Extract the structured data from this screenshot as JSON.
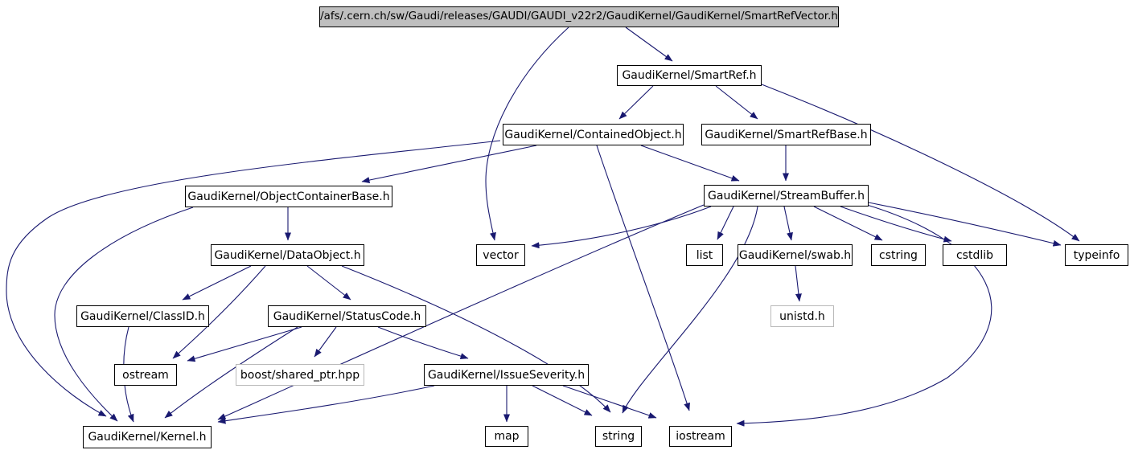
{
  "graph": {
    "kind": "doxygen-include-dependency-graph",
    "root_label": "/afs/.cern.ch/sw/Gaudi/releases/GAUDI/GAUDI_v22r2/GaudiKernel/GaudiKernel/SmartRefVector.h"
  },
  "colors": {
    "edge": "#191970",
    "node_border": "#000000",
    "external_node_border": "#b9b9b9",
    "root_fill": "#bfbfbf",
    "node_fill": "#ffffff",
    "text": "#000000"
  },
  "nodes": [
    {
      "id": "title",
      "label": "/afs/.cern.ch/sw/Gaudi/releases/GAUDI/GAUDI_v22r2/GaudiKernel/GaudiKernel/SmartRefVector.h",
      "type": "main"
    },
    {
      "id": "smartref",
      "label": "GaudiKernel/SmartRef.h",
      "type": "link"
    },
    {
      "id": "containedobject",
      "label": "GaudiKernel/ContainedObject.h",
      "type": "link"
    },
    {
      "id": "smartrefbase",
      "label": "GaudiKernel/SmartRefBase.h",
      "type": "link"
    },
    {
      "id": "objectcontainerbase",
      "label": "GaudiKernel/ObjectContainerBase.h",
      "type": "link"
    },
    {
      "id": "streambuffer",
      "label": "GaudiKernel/StreamBuffer.h",
      "type": "link"
    },
    {
      "id": "dataobject",
      "label": "GaudiKernel/DataObject.h",
      "type": "link"
    },
    {
      "id": "vector",
      "label": "vector",
      "type": "leaf"
    },
    {
      "id": "list",
      "label": "list",
      "type": "leaf"
    },
    {
      "id": "swab",
      "label": "GaudiKernel/swab.h",
      "type": "link"
    },
    {
      "id": "cstring",
      "label": "cstring",
      "type": "leaf"
    },
    {
      "id": "cstdlib",
      "label": "cstdlib",
      "type": "leaf"
    },
    {
      "id": "typeinfo",
      "label": "typeinfo",
      "type": "leaf"
    },
    {
      "id": "classid",
      "label": "GaudiKernel/ClassID.h",
      "type": "link"
    },
    {
      "id": "statuscode",
      "label": "GaudiKernel/StatusCode.h",
      "type": "link"
    },
    {
      "id": "unistd",
      "label": "unistd.h",
      "type": "external"
    },
    {
      "id": "ostream",
      "label": "ostream",
      "type": "leaf"
    },
    {
      "id": "boost",
      "label": "boost/shared_ptr.hpp",
      "type": "external"
    },
    {
      "id": "issueseverity",
      "label": "GaudiKernel/IssueSeverity.h",
      "type": "link"
    },
    {
      "id": "kernel",
      "label": "GaudiKernel/Kernel.h",
      "type": "link"
    },
    {
      "id": "map",
      "label": "map",
      "type": "leaf"
    },
    {
      "id": "string",
      "label": "string",
      "type": "leaf"
    },
    {
      "id": "iostream",
      "label": "iostream",
      "type": "leaf"
    }
  ],
  "edges": [
    {
      "from": "title",
      "to": "smartref"
    },
    {
      "from": "title",
      "to": "vector"
    },
    {
      "from": "smartref",
      "to": "containedobject"
    },
    {
      "from": "smartref",
      "to": "smartrefbase"
    },
    {
      "from": "smartref",
      "to": "typeinfo"
    },
    {
      "from": "containedobject",
      "to": "objectcontainerbase"
    },
    {
      "from": "containedobject",
      "to": "streambuffer"
    },
    {
      "from": "containedobject",
      "to": "kernel"
    },
    {
      "from": "containedobject",
      "to": "iostream"
    },
    {
      "from": "smartrefbase",
      "to": "streambuffer"
    },
    {
      "from": "objectcontainerbase",
      "to": "dataobject"
    },
    {
      "from": "objectcontainerbase",
      "to": "kernel"
    },
    {
      "from": "streambuffer",
      "to": "kernel"
    },
    {
      "from": "streambuffer",
      "to": "vector"
    },
    {
      "from": "streambuffer",
      "to": "list"
    },
    {
      "from": "streambuffer",
      "to": "swab"
    },
    {
      "from": "streambuffer",
      "to": "cstring"
    },
    {
      "from": "streambuffer",
      "to": "cstdlib"
    },
    {
      "from": "streambuffer",
      "to": "typeinfo"
    },
    {
      "from": "streambuffer",
      "to": "string"
    },
    {
      "from": "streambuffer",
      "to": "iostream"
    },
    {
      "from": "swab",
      "to": "unistd"
    },
    {
      "from": "dataobject",
      "to": "classid"
    },
    {
      "from": "dataobject",
      "to": "statuscode"
    },
    {
      "from": "dataobject",
      "to": "ostream"
    },
    {
      "from": "dataobject",
      "to": "string"
    },
    {
      "from": "classid",
      "to": "kernel"
    },
    {
      "from": "statuscode",
      "to": "kernel"
    },
    {
      "from": "statuscode",
      "to": "ostream"
    },
    {
      "from": "statuscode",
      "to": "boost"
    },
    {
      "from": "statuscode",
      "to": "issueseverity"
    },
    {
      "from": "issueseverity",
      "to": "kernel"
    },
    {
      "from": "issueseverity",
      "to": "map"
    },
    {
      "from": "issueseverity",
      "to": "string"
    },
    {
      "from": "issueseverity",
      "to": "iostream"
    }
  ]
}
